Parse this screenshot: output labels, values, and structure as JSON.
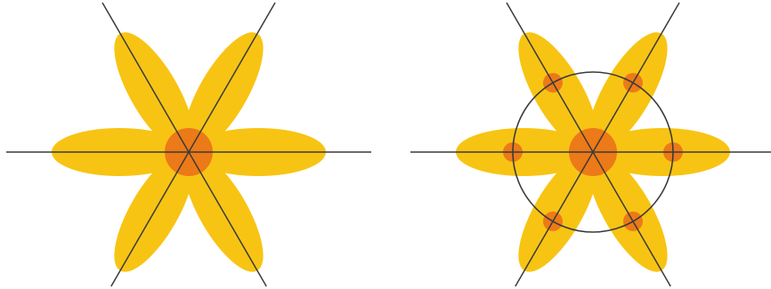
{
  "colors": {
    "background": "#ffffff",
    "petal": "#F8C413",
    "center": "#EC7A18",
    "axis": "#3a3a3a",
    "circle": "#3a3a3a"
  },
  "figures": [
    {
      "id": "flower-left",
      "petals": 6,
      "axes": 3,
      "has_circle": false,
      "petal_dots": 0
    },
    {
      "id": "flower-right",
      "petals": 6,
      "axes": 3,
      "has_circle": true,
      "petal_dots": 6
    }
  ]
}
